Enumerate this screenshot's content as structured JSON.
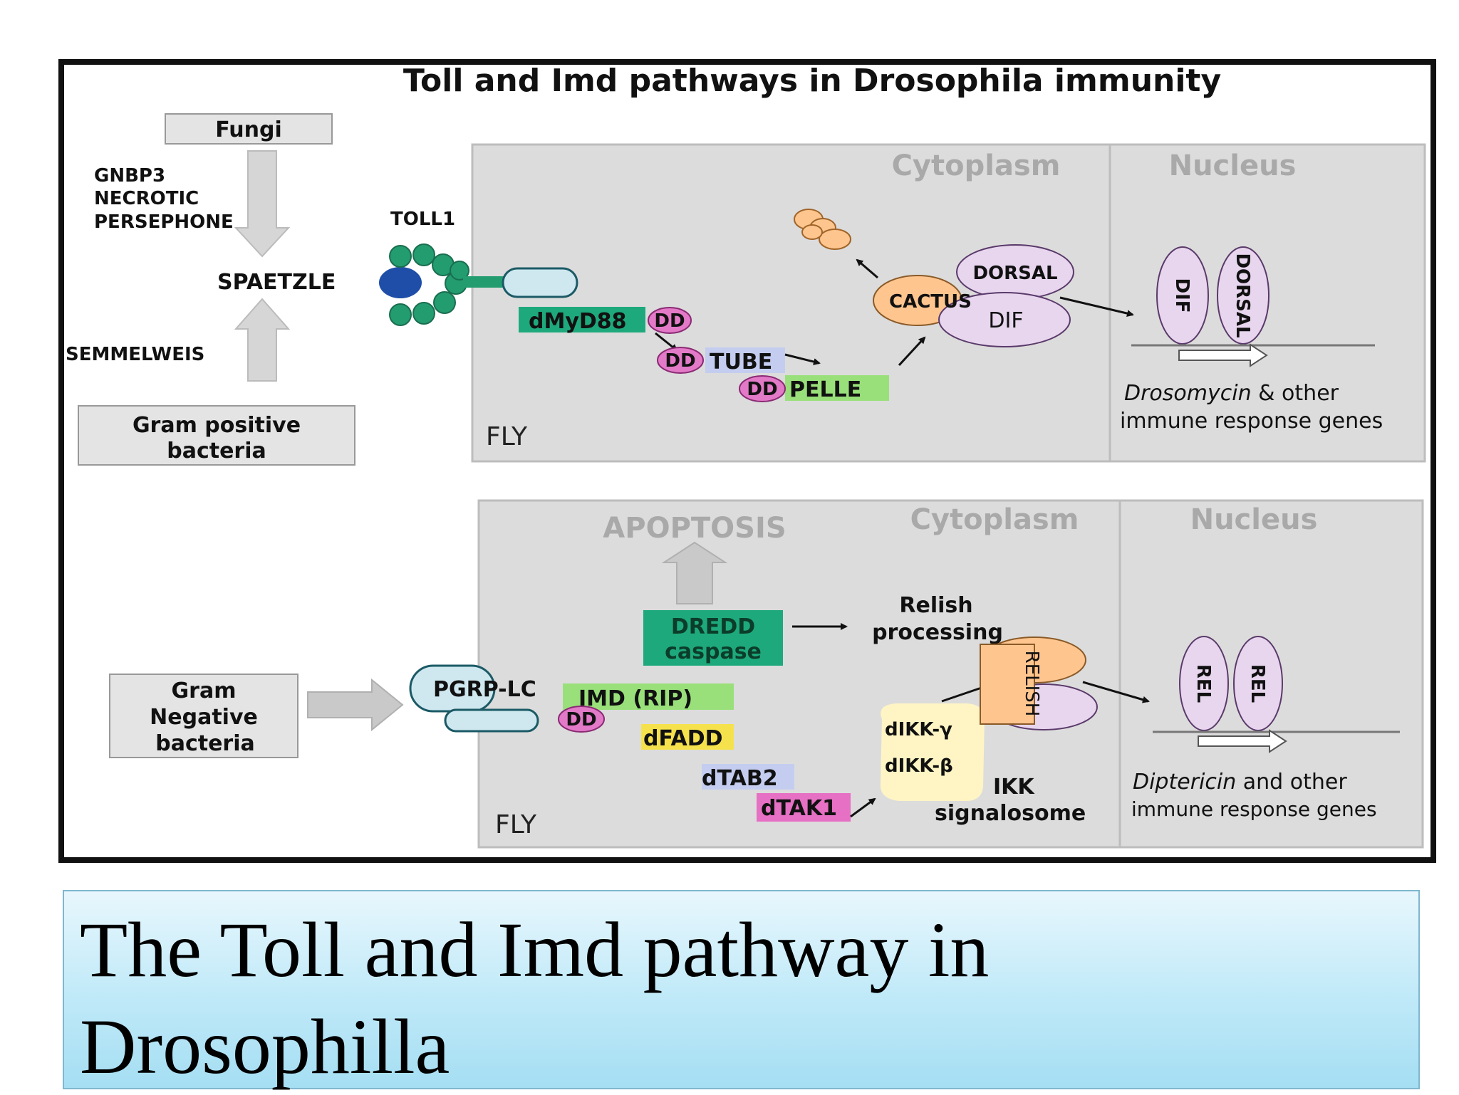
{
  "figure": {
    "title": "Toll and Imd pathways in Drosophila immunity"
  },
  "toll": {
    "fungi": "Fungi",
    "fungi_factors": [
      "GNBP3",
      "NECROTIC",
      "PERSEPHONE"
    ],
    "spaetzle": "SPAETZLE",
    "semmelweis": "SEMMELWEIS",
    "gram_positive": [
      "Gram positive",
      "bacteria"
    ],
    "receptor": "TOLL1",
    "cytoplasm": "Cytoplasm",
    "nucleus": "Nucleus",
    "fly": "FLY",
    "dmyd88": "dMyD88",
    "dd": "DD",
    "tube": "TUBE",
    "pelle": "PELLE",
    "cactus": "CACTUS",
    "dorsal": "DORSAL",
    "dif": "DIF",
    "genes_italic": "Drosomycin",
    "genes_rest": " & other",
    "genes_line2": "immune response genes"
  },
  "imd": {
    "apoptosis": "APOPTOSIS",
    "cytoplasm": "Cytoplasm",
    "nucleus": "Nucleus",
    "fly": "FLY",
    "gram_negative": [
      "Gram",
      "Negative",
      "bacteria"
    ],
    "pgrp": "PGRP-LC",
    "imd": "IMD (RIP)",
    "dd": "DD",
    "dfadd": "dFADD",
    "dtab2": "dTAB2",
    "dtak1": "dTAK1",
    "dredd": [
      "DREDD",
      "caspase"
    ],
    "relish_processing": [
      "Relish",
      "processing"
    ],
    "relish": "RELISH",
    "dikk_gamma": "dIKK-γ",
    "dikk_beta": "dIKK-β",
    "ikk": [
      "IKK",
      "signalosome"
    ],
    "rel": "REL",
    "genes_italic": "Diptericin",
    "genes_rest": " and other",
    "genes_line2": "immune response genes"
  },
  "caption": {
    "text": "The Toll and Imd pathway in Drosophilla"
  },
  "colors": {
    "green": "#1ea97c",
    "teal_dark": "#2a7f62",
    "lightblue": "#cfe8ef",
    "pink": "#e37ac8",
    "lavender": "#e8d6ef",
    "orange": "#ffc58f",
    "lightgreen": "#99e07a",
    "tubeblue": "#c4cdf0",
    "yellow": "#f5e14c",
    "magenta": "#e670c4",
    "cream": "#fff5c4"
  }
}
